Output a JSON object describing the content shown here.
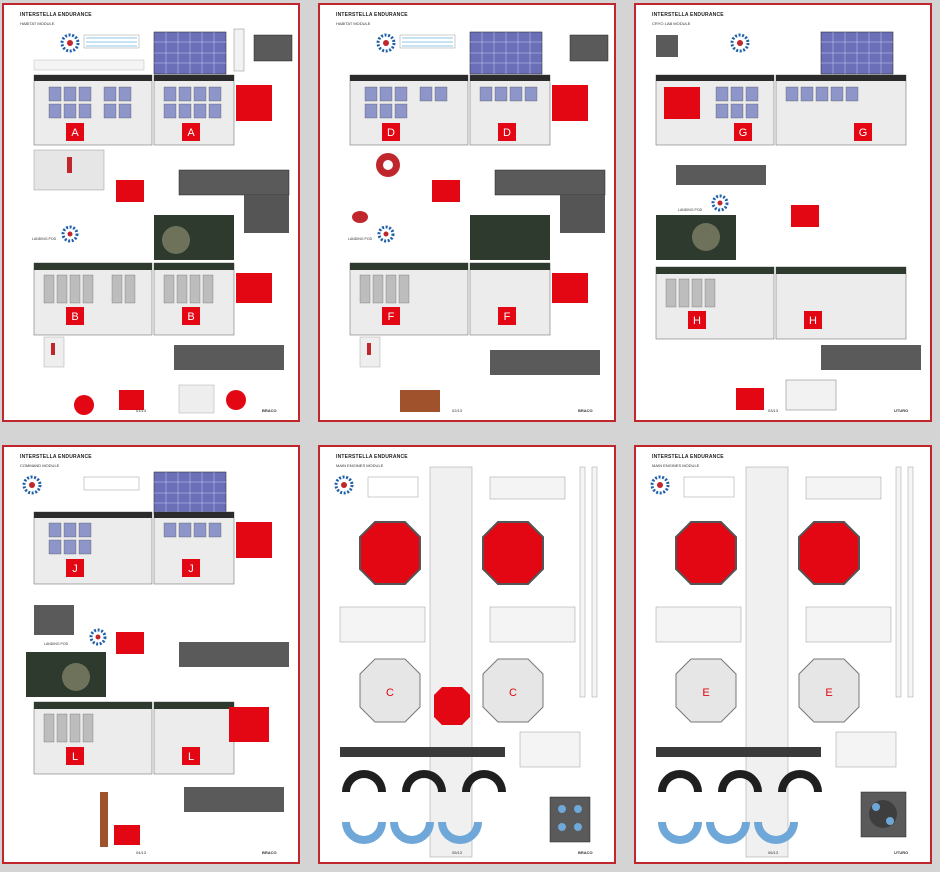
{
  "colors": {
    "sheet_border": "#c0272d",
    "background": "#d4d4d4",
    "panel_red": "#e30613",
    "panel_grey": "#5a5a5a",
    "solar_blue": "#6a6fb8",
    "ground_dark": "#2f3a2e",
    "cable_blue": "#1f8fd6"
  },
  "icons": {
    "logo": "gear-logo-icon"
  },
  "sheets": [
    {
      "title": "INTERSTELLA ENDURANCE",
      "subtitle": "HABITAT MODULE",
      "page": "01/13",
      "code": "BRACO",
      "panel_letters": [
        "A",
        "A",
        "B",
        "B"
      ],
      "pod_label": "LANDING POD"
    },
    {
      "title": "INTERSTELLA ENDURANCE",
      "subtitle": "HABITAT MODULE",
      "page": "02/13",
      "code": "BRACO",
      "panel_letters": [
        "D",
        "D",
        "F",
        "F"
      ],
      "pod_label": "LANDING POD"
    },
    {
      "title": "INTERSTELLA ENDURANCE",
      "subtitle": "CRYO LAB MODULE",
      "page": "03/13",
      "code": "UTURO",
      "panel_letters": [
        "G",
        "G",
        "H",
        "H"
      ],
      "pod_label": "LANDING POD"
    },
    {
      "title": "INTERSTELLA ENDURANCE",
      "subtitle": "COMMAND MODULE",
      "page": "04/13",
      "code": "BRACO",
      "panel_letters": [
        "J",
        "J",
        "L",
        "L"
      ],
      "pod_label": "LANDING POD"
    },
    {
      "title": "INTERSTELLA ENDURANCE",
      "subtitle": "MAIN ENGINES MODULE",
      "page": "05/13",
      "code": "BRACO",
      "engine_letters": [
        "C",
        "C"
      ]
    },
    {
      "title": "INTERSTELLA ENDURANCE",
      "subtitle": "MAIN ENGINES MODULE",
      "page": "06/13",
      "code": "UTURO",
      "engine_letters": [
        "E",
        "E"
      ]
    }
  ]
}
